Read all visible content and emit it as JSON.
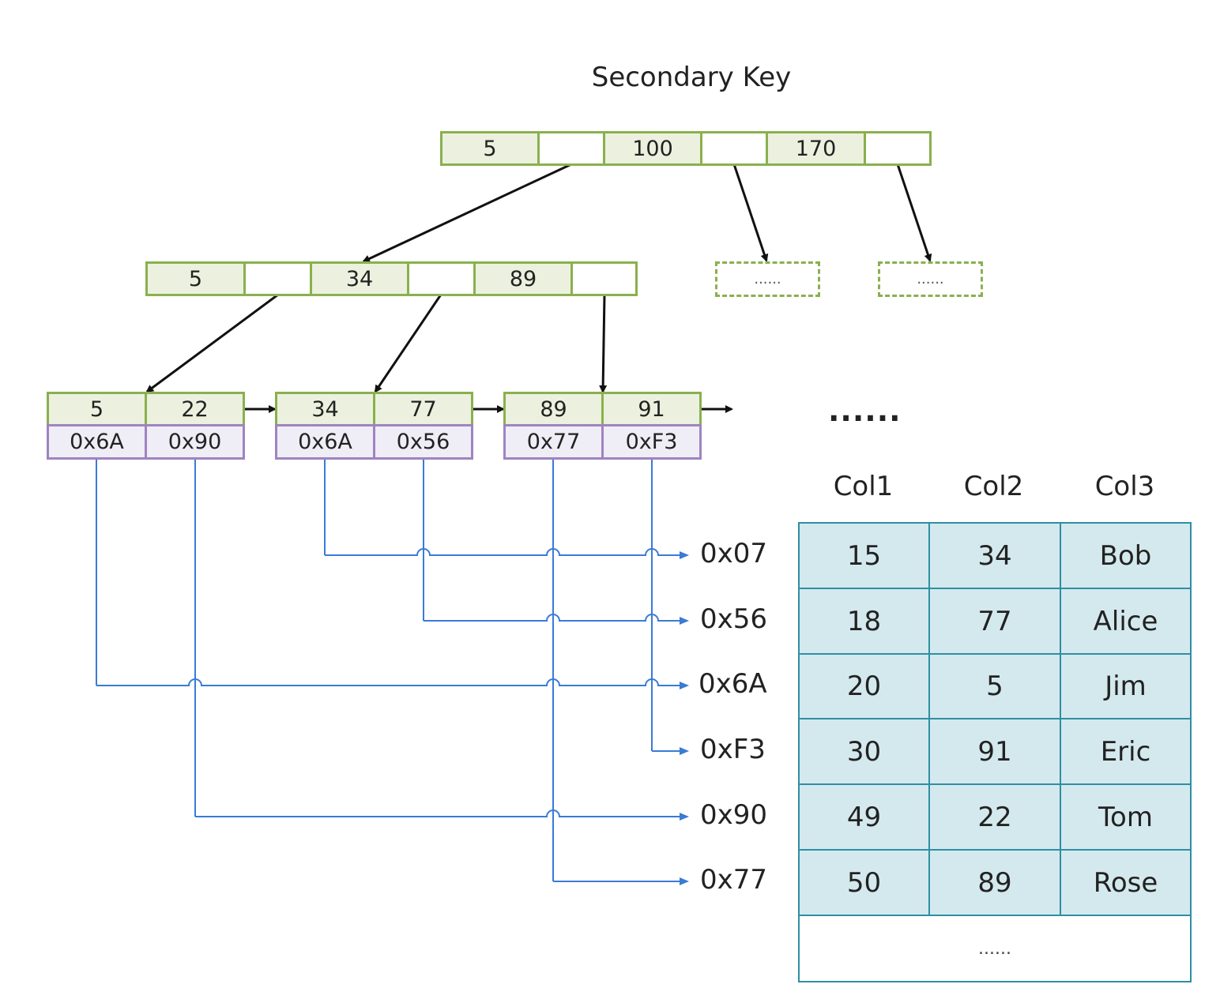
{
  "title": "Secondary Key",
  "root_node": {
    "keys": [
      "5",
      "100",
      "170"
    ]
  },
  "collapsed_nodes": [
    {
      "label": "......"
    },
    {
      "label": "......"
    }
  ],
  "internal_node": {
    "keys": [
      "5",
      "34",
      "89"
    ]
  },
  "leaf_nodes": [
    {
      "keys": [
        "5",
        "22"
      ],
      "addresses": [
        "0x6A",
        "0x90"
      ]
    },
    {
      "keys": [
        "34",
        "77"
      ],
      "addresses": [
        "0x6A",
        "0x56"
      ]
    },
    {
      "keys": [
        "89",
        "91"
      ],
      "addresses": [
        "0x77",
        "0xF3"
      ]
    }
  ],
  "leaf_continuation": "......",
  "row_addresses": [
    "0x07",
    "0x56",
    "0x6A",
    "0xF3",
    "0x90",
    "0x77"
  ],
  "table": {
    "columns": [
      "Col1",
      "Col2",
      "Col3"
    ],
    "rows": [
      [
        "15",
        "34",
        "Bob"
      ],
      [
        "18",
        "77",
        "Alice"
      ],
      [
        "20",
        "5",
        "Jim"
      ],
      [
        "30",
        "91",
        "Eric"
      ],
      [
        "49",
        "22",
        "Tom"
      ],
      [
        "50",
        "89",
        "Rose"
      ]
    ],
    "footer": "......"
  },
  "colors": {
    "key_fill": "#ebf1de",
    "node_border": "#8ab04e",
    "address_fill": "#efedf5",
    "address_border": "#9e84c1",
    "pointer_line": "#4a86d8",
    "table_fill": "#d4e9ee",
    "table_border": "#2e8fa3"
  }
}
